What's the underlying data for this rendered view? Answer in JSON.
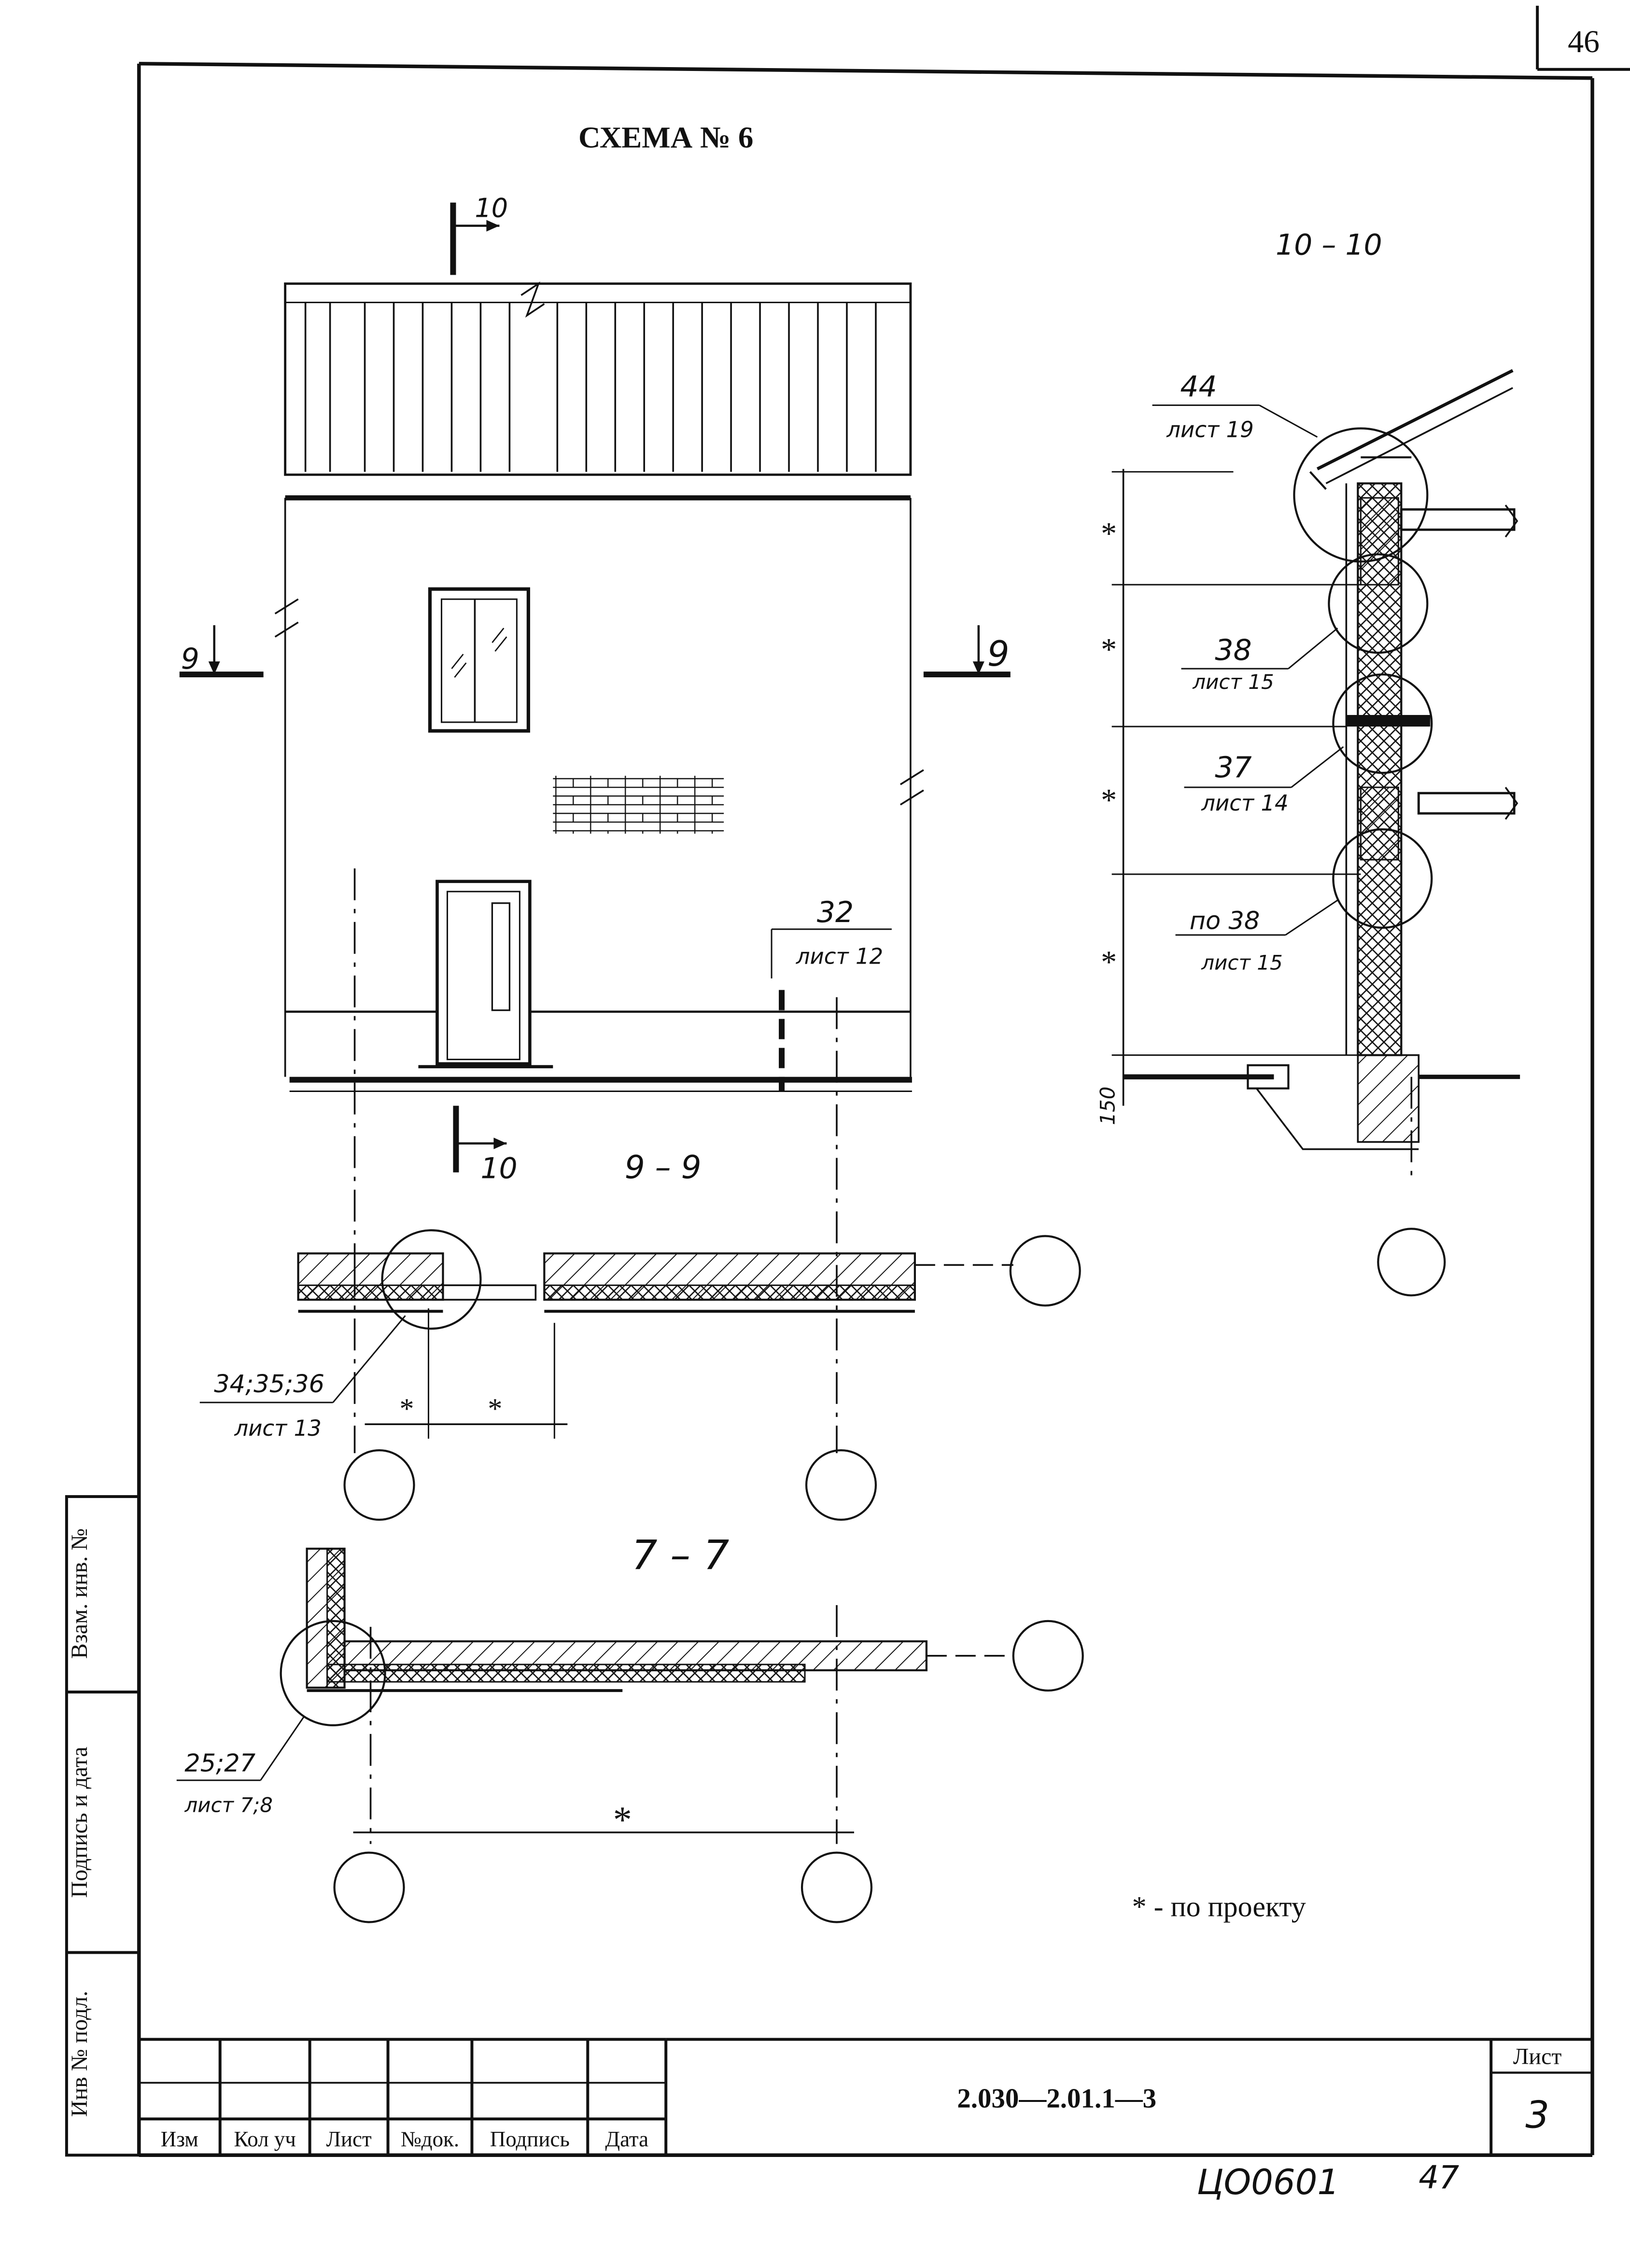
{
  "page_number": "46",
  "title": "СХЕМА № 6",
  "sections": {
    "s10_label": "10 – 10",
    "s99_label": "9 – 9",
    "s77_label": "7 – 7",
    "marker_10": "10",
    "marker_9": "9"
  },
  "callouts": {
    "c44": {
      "num": "44",
      "sheet": "лист 19"
    },
    "c38": {
      "num": "38",
      "sheet": "лист 15"
    },
    "c37": {
      "num": "37",
      "sheet": "лист 14"
    },
    "c38b": {
      "num": "по 38",
      "sheet": "лист 15"
    },
    "c32": {
      "num": "32",
      "sheet": "лист 12"
    },
    "c343536": {
      "num": "34;35;36",
      "sheet": "лист 13"
    },
    "c2527": {
      "num": "25;27",
      "sheet": "лист 7;8"
    }
  },
  "dims": {
    "star": "*",
    "d150": "150"
  },
  "footnote": "* - по проекту",
  "side_stamp": {
    "inv_podl": "Инв № подл.",
    "podpis_data": "Подпись и дата",
    "vzam_inv": "Взам. инв. №"
  },
  "title_block": {
    "headers": [
      "Изм",
      "Кол уч",
      "Лист",
      "№док.",
      "Подпись",
      "Дата"
    ],
    "doc_code": "2.030—2.01.1—3",
    "sheet_label": "Лист",
    "sheet_number": "3"
  },
  "bottom_note": {
    "code": "ЦО0601",
    "num": "47"
  }
}
